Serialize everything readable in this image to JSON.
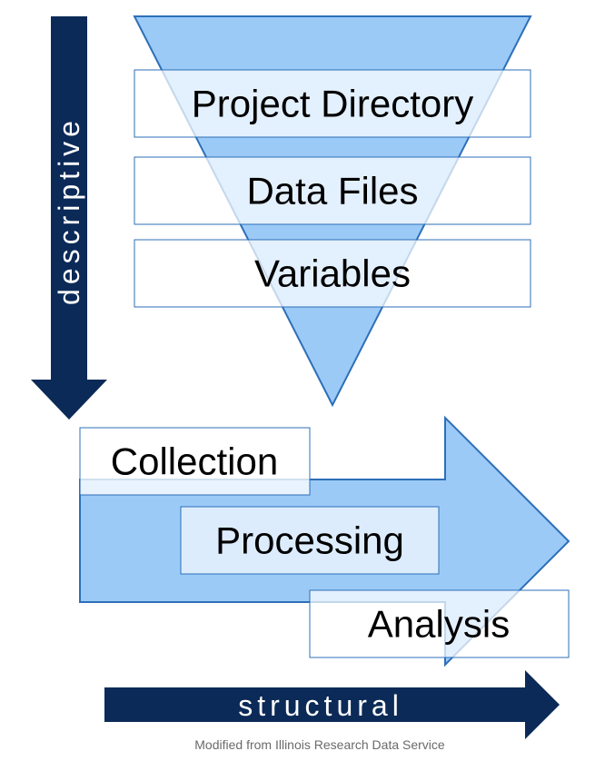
{
  "descriptive_arrow": {
    "label": "descriptive"
  },
  "structural_arrow": {
    "label": "structural"
  },
  "funnel": {
    "levels": [
      {
        "label": "Project Directory"
      },
      {
        "label": "Data Files"
      },
      {
        "label": "Variables"
      }
    ]
  },
  "process": {
    "stages": [
      {
        "label": "Collection"
      },
      {
        "label": "Processing"
      },
      {
        "label": "Analysis"
      }
    ]
  },
  "caption": {
    "text": "Modified from Illinois Research Data Service"
  },
  "colors": {
    "navy": "#0b2a57",
    "shape_fill": "#9ccaf7",
    "shape_stroke": "#2d6fb8",
    "box_fill": "#e3f0fd",
    "box_stroke": "#2d6fb8"
  }
}
